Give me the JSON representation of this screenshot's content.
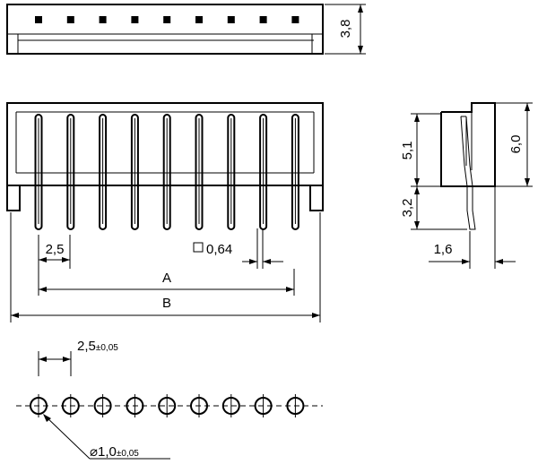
{
  "dimensions": {
    "top_height": "3,8",
    "pitch": "2,5",
    "pin_size": "0,64",
    "dim_a": "A",
    "dim_b": "B",
    "side_upper": "5,1",
    "side_total": "6,0",
    "side_lower": "3,2",
    "side_offset": "1,6",
    "hole_pitch": "2,5",
    "hole_pitch_tol": "±0,05",
    "hole_dia_symbol": "⌀",
    "hole_dia": "1,0",
    "hole_dia_tol": "±0,05"
  },
  "pin_count": 9
}
